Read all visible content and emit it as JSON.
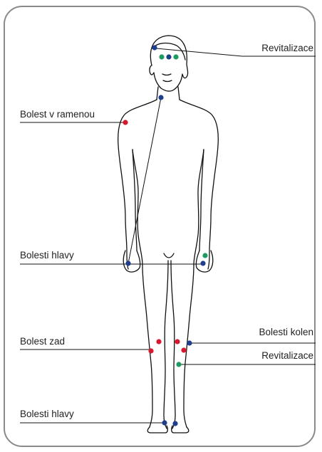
{
  "labels": {
    "revitalizace_top": "Revitalizace",
    "bolest_v_ramenou": "Bolest v ramenou",
    "bolesti_hlavy_mid": "Bolesti hlavy",
    "bolesti_kolen": "Bolesti kolen",
    "bolest_zad": "Bolest zad",
    "revitalizace_bottom": "Revitalizace",
    "bolesti_hlavy_bottom": "Bolesti hlavy"
  },
  "colors": {
    "blue": "#1d3f8c",
    "green": "#1f9a63",
    "red": "#d6192d",
    "outline": "#111111",
    "frame": "#8a8a8a"
  }
}
